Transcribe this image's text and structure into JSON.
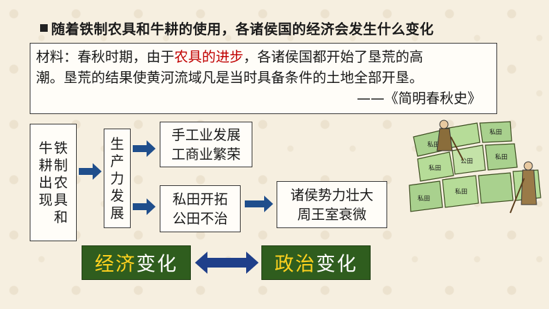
{
  "heading": "随着铁制农具和牛耕的使用，各诸侯国的经济会发生什么变化",
  "material": {
    "prefix": "材料：春秋时期，由于",
    "highlight": "农具的进步",
    "line1_rest": "，各诸侯国都开始了垦荒的高",
    "line2": "潮。垦荒的结果使黄河流域凡是当时具备条件的土地全部开垦。",
    "source": "——《简明春秋史》"
  },
  "diagram": {
    "cause_col1": "牛耕出现",
    "cause_col2": "铁制农具和",
    "productivity": "生产力发展",
    "craft_line1": "手工业发展",
    "craft_line2": "工商业繁荣",
    "field_line1": "私田开拓",
    "field_line2": "公田不治",
    "power_line1": "诸侯势力壮大",
    "power_line2": "周王室衰微"
  },
  "changes": {
    "econ_a": "经济",
    "econ_b": "变化",
    "pol_a": "政治",
    "pol_b": "变化"
  },
  "illustration": {
    "label1": "私田",
    "label2": "私田",
    "label3": "公田",
    "label4": "私田",
    "label5": "私田",
    "label6": "私田",
    "label7": "私田"
  },
  "colors": {
    "arrow": "#1f4e8c",
    "highlight": "#c00000",
    "label_bg": "#2f5d1e"
  }
}
